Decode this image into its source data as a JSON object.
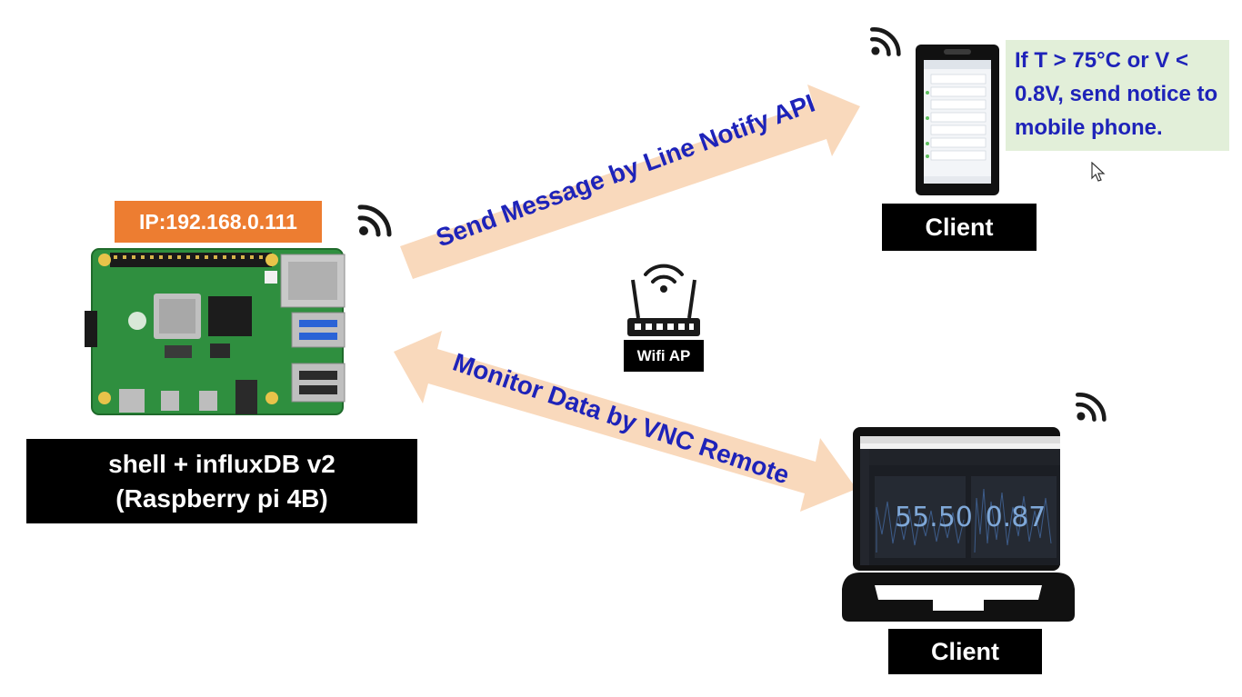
{
  "server": {
    "ip": "IP:192.168.0.111",
    "line1": "shell + influxDB v2",
    "line2": "(Raspberry pi 4B)"
  },
  "arrows": {
    "top": "Send Message by Line Notify API",
    "bottom": "Monitor Data by VNC Remote"
  },
  "router": {
    "label": "Wifi AP"
  },
  "phone": {
    "notice": "If T > 75°C or V < 0.8V, send notice to mobile phone.",
    "label": "Client"
  },
  "laptop": {
    "label": "Client",
    "value1": "55.50",
    "value2": "0.87"
  },
  "colors": {
    "ip_bg": "#ed7d31",
    "arrow_fill": "#f9d9bc",
    "arrow_text": "#1e23b9",
    "notice_bg": "#e2efd9",
    "label_bg": "#000000"
  }
}
